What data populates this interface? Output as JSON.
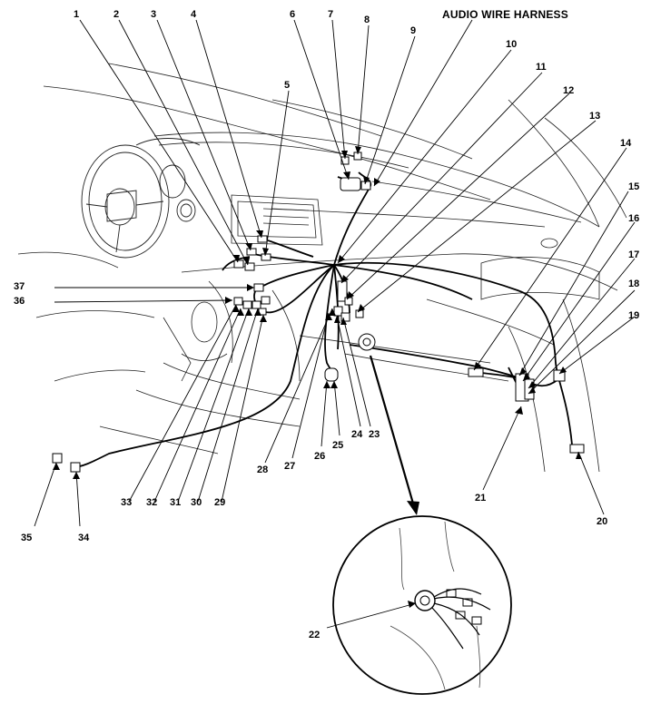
{
  "title": "AUDIO WIRE HARNESS",
  "callouts": {
    "c1": "1",
    "c2": "2",
    "c3": "3",
    "c4": "4",
    "c5": "5",
    "c6": "6",
    "c7": "7",
    "c8": "8",
    "c9": "9",
    "c10": "10",
    "c11": "11",
    "c12": "12",
    "c13": "13",
    "c14": "14",
    "c15": "15",
    "c16": "16",
    "c17": "17",
    "c18": "18",
    "c19": "19",
    "c20": "20",
    "c21": "21",
    "c22": "22",
    "c23": "23",
    "c24": "24",
    "c25": "25",
    "c26": "26",
    "c27": "27",
    "c28": "28",
    "c29": "29",
    "c30": "30",
    "c31": "31",
    "c32": "32",
    "c33": "33",
    "c34": "34",
    "c35": "35",
    "c36": "36",
    "c37": "37"
  },
  "colors": {
    "line": "#000000",
    "background": "#ffffff",
    "ghost": "#555555"
  }
}
